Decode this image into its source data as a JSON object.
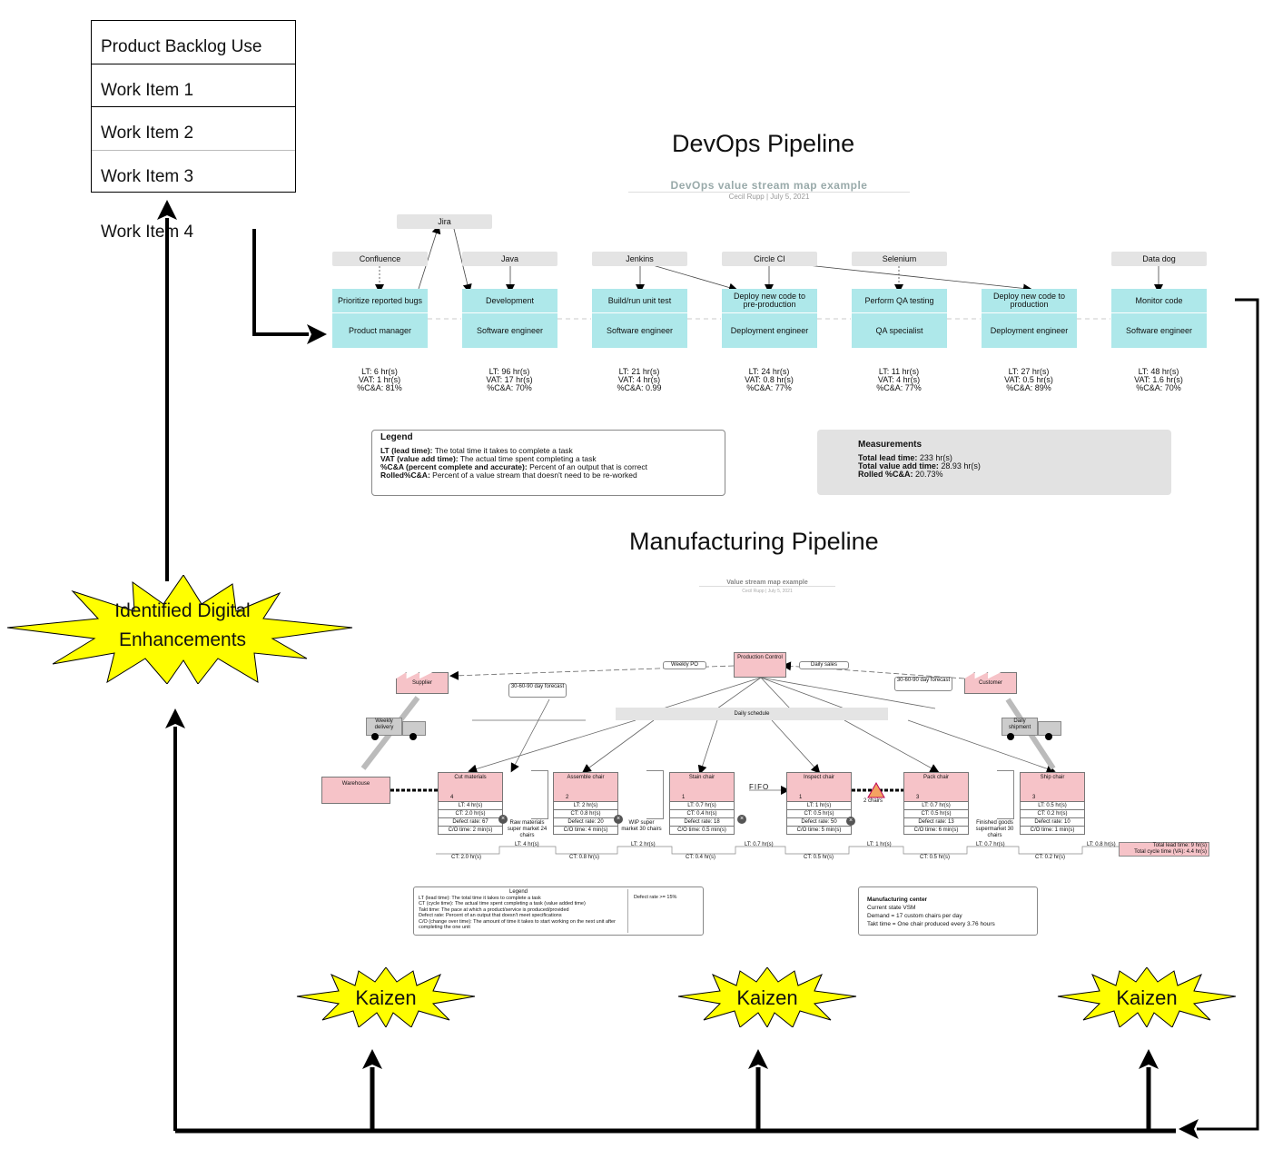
{
  "backlog": {
    "header": "Product Backlog Use",
    "items": [
      "Work Item 1",
      "Work Item 2",
      "Work Item 3"
    ],
    "outside_item": "Work Item 4"
  },
  "devops": {
    "heading": "DevOps Pipeline",
    "map_title": "DevOps value stream map example",
    "byline": "Cecil Rupp  |  July 5, 2021",
    "tools": [
      "Jira",
      "Confluence",
      "Java",
      "Jenkins",
      "Circle CI",
      "Selenium",
      "Data dog"
    ],
    "steps": [
      {
        "task": "Prioritize reported bugs",
        "role": "Product manager",
        "lt": "LT: 6 hr(s)",
        "vat": "VAT: 1 hr(s)",
        "ca": "%C&A: 81%"
      },
      {
        "task": "Development",
        "role": "Software engineer",
        "lt": "LT: 96 hr(s)",
        "vat": "VAT: 17 hr(s)",
        "ca": "%C&A: 70%"
      },
      {
        "task": "Build/run unit test",
        "role": "Software engineer",
        "lt": "LT: 21 hr(s)",
        "vat": "VAT: 4 hr(s)",
        "ca": "%C&A: 0.99"
      },
      {
        "task": "Deploy new code to pre-production",
        "role": "Deployment engineer",
        "lt": "LT: 24 hr(s)",
        "vat": "VAT: 0.8 hr(s)",
        "ca": "%C&A: 77%"
      },
      {
        "task": "Perform QA testing",
        "role": "QA specialist",
        "lt": "LT: 11 hr(s)",
        "vat": "VAT: 4 hr(s)",
        "ca": "%C&A: 77%"
      },
      {
        "task": "Deploy new code to production",
        "role": "Deployment engineer",
        "lt": "LT: 27 hr(s)",
        "vat": "VAT: 0.5 hr(s)",
        "ca": "%C&A: 89%"
      },
      {
        "task": "Monitor code",
        "role": "Software engineer",
        "lt": "LT: 48 hr(s)",
        "vat": "VAT: 1.6 hr(s)",
        "ca": "%C&A: 70%"
      }
    ],
    "legend": {
      "title": "Legend",
      "lt_term": "LT (lead time):",
      "lt_def": "The total time it takes to complete a task",
      "vat_term": "VAT (value add time):",
      "vat_def": "The actual time spent completing a task",
      "ca_term": "%C&A (percent complete and accurate):",
      "ca_def": "Percent of an output that is correct",
      "rolled_term": "Rolled%C&A:",
      "rolled_def": "Percent of a value stream that doesn't need to be re-worked"
    },
    "measurements": {
      "title": "Measurements",
      "lead_label": "Total lead time:",
      "lead_value": "233 hr(s)",
      "vat_label": "Total value add time:",
      "vat_value": "28.93 hr(s)",
      "rolled_label": "Rolled %C&A:",
      "rolled_value": "20.73%"
    }
  },
  "manufacturing": {
    "heading": "Manufacturing Pipeline",
    "map_title": "Value stream map example",
    "byline": "Cecil Rupp  |  July 5, 2021",
    "production_control": "Production Control",
    "supplier": "Supplier",
    "customer": "Customer",
    "warehouse": "Warehouse",
    "weekly_po": "Weekly PO",
    "daily_sales": "Daily sales",
    "forecast_left": "30-60-90 day forecast",
    "forecast_right": "30-60-90 day forecast",
    "daily_schedule": "Daily schedule",
    "weekly_delivery": "Weekly delivery",
    "daily_shipment": "Daily shipment",
    "fifo": "FIFO",
    "two_chairs": "2 chairs",
    "raw_market": "Raw materials super market 24 chairs",
    "wip_market": "WIP super market 30 chairs",
    "finished_market": "Finished goods supermarket 30 chairs",
    "processes": [
      {
        "name": "Cut materials",
        "op": "4",
        "lt": "LT: 4 hr(s)",
        "ct": "CT: 2.0 hr(s)",
        "defect": "Defect rate: 67",
        "co": "C/O time: 2 min(s)",
        "ct_line": "CT: 2.0 hr(s)"
      },
      {
        "name": "Assemble chair",
        "op": "2",
        "lt": "LT: 2 hr(s)",
        "ct": "CT: 0.8 hr(s)",
        "defect": "Defect rate: 20",
        "co": "C/O time: 4 min(s)",
        "ct_line": "CT: 0.8 hr(s)"
      },
      {
        "name": "Stain chair",
        "op": "1",
        "lt": "LT: 0.7 hr(s)",
        "ct": "CT: 0.4 hr(s)",
        "defect": "Defect rate: 18",
        "co": "C/O time: 0.5 min(s)",
        "ct_line": "CT: 0.4 hr(s)"
      },
      {
        "name": "Inspect chair",
        "op": "1",
        "lt": "LT: 1 hr(s)",
        "ct": "CT: 0.5 hr(s)",
        "defect": "Defect rate: 50",
        "co": "C/O time: 5 min(s)",
        "ct_line": "CT: 0.5 hr(s)"
      },
      {
        "name": "Pack chair",
        "op": "3",
        "lt": "LT: 0.7 hr(s)",
        "ct": "CT: 0.5 hr(s)",
        "defect": "Defect rate: 13",
        "co": "C/O time: 6 min(s)",
        "ct_line": "CT: 0.5 hr(s)"
      },
      {
        "name": "Ship chair",
        "op": "3",
        "lt": "LT: 0.5 hr(s)",
        "ct": "CT: 0.2 hr(s)",
        "defect": "Defect rate: 10",
        "co": "C/O time: 1 min(s)",
        "ct_line": "CT: 0.2 hr(s)"
      }
    ],
    "wait_lts": [
      "LT: 4 hr(s)",
      "LT: 2 hr(s)",
      "LT: 0.7 hr(s)",
      "LT: 1 hr(s)",
      "LT: 0.7 hr(s)",
      "LT: 0.8 hr(s)"
    ],
    "total_lead": "Total lead time: 9 hr(s)",
    "total_cycle": "Total cycle time (VA): 4.4 hr(s)",
    "legend": {
      "title": "Legend",
      "lines": [
        "LT (lead time): The total time it takes to complete a task",
        "CT (cycle time): The actual time spent completing a task (value added time)",
        "Takt time: The pace at which a product/service is produced/provided",
        "Defect rate: Percent of an output that doesn't meet specifications",
        "C/O (change over time): The amount of time it takes to start working on the next unit after completing the one unit"
      ],
      "defect_note": "Defect rate >= 15%"
    },
    "center": {
      "title": "Manufacturing center",
      "lines": [
        "Current state VSM",
        "Demand = 17 custom chairs per day",
        "Takt time = One chair produced every 3.76 hours"
      ]
    }
  },
  "callouts": {
    "enhancements": "Identified Digital Enhancements",
    "kaizen": [
      "Kaizen",
      "Kaizen",
      "Kaizen"
    ]
  },
  "colors": {
    "star_fill": "#ffff00",
    "process_fill": "#aee8ea",
    "mfg_fill": "#f6c3c8"
  }
}
